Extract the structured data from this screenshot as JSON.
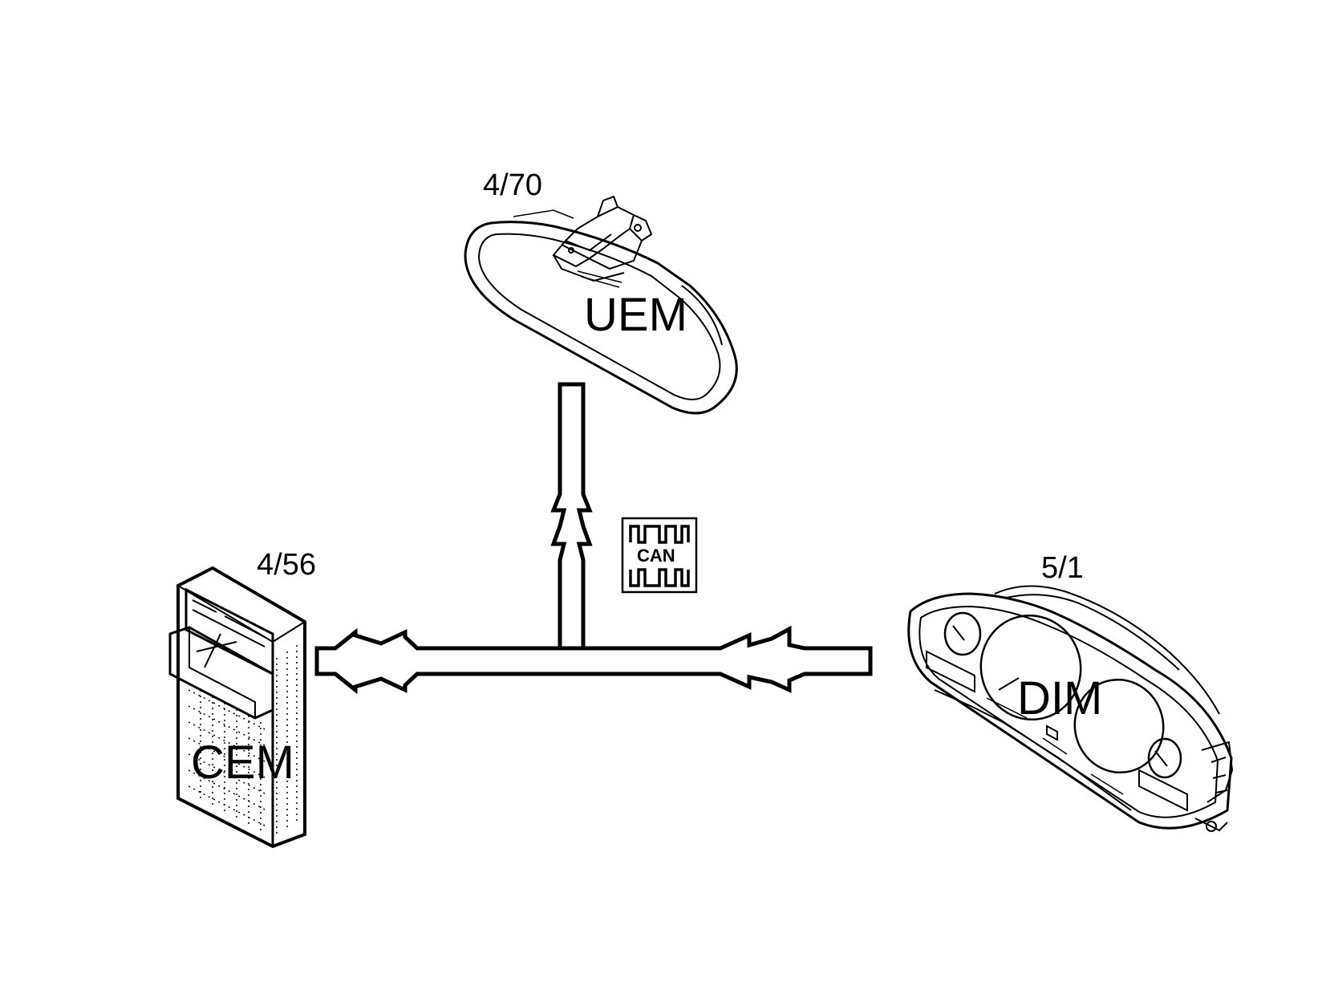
{
  "modules": {
    "uem": {
      "ref": "4/70",
      "label": "UEM"
    },
    "cem": {
      "ref": "4/56",
      "label": "CEM"
    },
    "dim": {
      "ref": "5/1",
      "label": "DIM"
    }
  },
  "bus": {
    "label": "CAN"
  }
}
